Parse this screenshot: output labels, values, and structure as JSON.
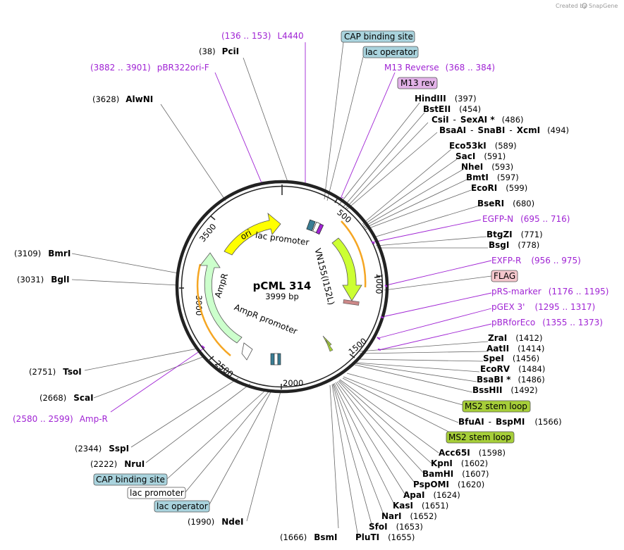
{
  "watermark": {
    "prefix": "Created by",
    "brand": "SnapGene"
  },
  "plasmid": {
    "name": "pCML 314",
    "length": "3999 bp"
  },
  "ring_ticks": [
    "500",
    "1000",
    "1500",
    "2000",
    "2500",
    "3000",
    "3500"
  ],
  "features": [
    {
      "label": "ori"
    },
    {
      "label": "lac promoter"
    },
    {
      "label": "VN155(I152L)"
    },
    {
      "label": "AmpR"
    },
    {
      "label": "AmpR promoter"
    }
  ],
  "colors": {
    "ori": "#ffff00",
    "ampr": "#ccffcc",
    "vn155": "#ccff33",
    "primer": "#a024d4",
    "cap": "#a9d3dd",
    "m13": "#e2b2e8",
    "flag": "#f4c6cc",
    "ms2": "#a6ce39",
    "lac_op": "#a9d3dd"
  },
  "labels": {
    "pcii": {
      "pos": "(38)",
      "name": "PciI"
    },
    "l4440": {
      "pos": "(136 .. 153)",
      "name": "L4440"
    },
    "pbr322ori": {
      "pos": "(3882 .. 3901)",
      "name": "pBR322ori-F"
    },
    "alwni": {
      "pos": "(3628)",
      "name": "AlwNI"
    },
    "cap1": {
      "name": "CAP binding site"
    },
    "lacop1": {
      "name": "lac operator"
    },
    "m13rev_primer": {
      "name": "M13 Reverse",
      "pos": "(368 .. 384)"
    },
    "m13rev_feat": {
      "name": "M13 rev"
    },
    "hindiii": {
      "name": "HindIII",
      "pos": "(397)"
    },
    "bsteii": {
      "name": "BstEII",
      "pos": "(454)"
    },
    "csii": {
      "name": "CsiI",
      "sep": "-",
      "name2": "SexAI *",
      "pos": "(486)"
    },
    "bsaai": {
      "name": "BsaAI",
      "sep": "-",
      "name2": "SnaBI",
      "sep2": "-",
      "name3": "XcmI",
      "pos": "(494)"
    },
    "eco53ki": {
      "name": "Eco53kI",
      "pos": "(589)"
    },
    "saci": {
      "name": "SacI",
      "pos": "(591)"
    },
    "nhei": {
      "name": "NheI",
      "pos": "(593)"
    },
    "bmti": {
      "name": "BmtI",
      "pos": "(597)"
    },
    "ecori": {
      "name": "EcoRI",
      "pos": "(599)"
    },
    "bseri": {
      "name": "BseRI",
      "pos": "(680)"
    },
    "egfpn": {
      "name": "EGFP-N",
      "pos": "(695 .. 716)"
    },
    "btgzi": {
      "name": "BtgZI",
      "pos": "(771)"
    },
    "bsgi": {
      "name": "BsgI",
      "pos": "(778)"
    },
    "exfpr": {
      "name": "EXFP-R",
      "pos": "(956 .. 975)"
    },
    "flag": {
      "name": "FLAG"
    },
    "prs": {
      "name": "pRS-marker",
      "pos": "(1176 .. 1195)"
    },
    "pgex": {
      "name": "pGEX 3'",
      "pos": "(1295 .. 1317)"
    },
    "pbrforeco": {
      "name": "pBRforEco",
      "pos": "(1355 .. 1373)"
    },
    "zrai": {
      "name": "ZraI",
      "pos": "(1412)"
    },
    "aatii": {
      "name": "AatII",
      "pos": "(1414)"
    },
    "spei": {
      "name": "SpeI",
      "pos": "(1456)"
    },
    "ecorv": {
      "name": "EcoRV",
      "pos": "(1484)"
    },
    "bsabi": {
      "name": "BsaBI *",
      "pos": "(1486)"
    },
    "bsshii": {
      "name": "BssHII",
      "pos": "(1492)"
    },
    "ms2a": {
      "name": "MS2 stem loop"
    },
    "bfuai": {
      "name": "BfuAI",
      "sep": "-",
      "name2": "BspMI",
      "pos": "(1566)"
    },
    "ms2b": {
      "name": "MS2 stem loop"
    },
    "acc65i": {
      "name": "Acc65I",
      "pos": "(1598)"
    },
    "kpni": {
      "name": "KpnI",
      "pos": "(1602)"
    },
    "bamhi": {
      "name": "BamHI",
      "pos": "(1607)"
    },
    "pspomi": {
      "name": "PspOMI",
      "pos": "(1620)"
    },
    "apai": {
      "name": "ApaI",
      "pos": "(1624)"
    },
    "kasi": {
      "name": "KasI",
      "pos": "(1651)"
    },
    "nari": {
      "name": "NarI",
      "pos": "(1652)"
    },
    "sfoi": {
      "name": "SfoI",
      "pos": "(1653)"
    },
    "pluti": {
      "name": "PluTI",
      "pos": "(1655)"
    },
    "bsmi": {
      "pos": "(1666)",
      "name": "BsmI"
    },
    "ndei": {
      "pos": "(1990)",
      "name": "NdeI"
    },
    "lacop2": {
      "name": "lac operator"
    },
    "lacprom2": {
      "name": "lac promoter"
    },
    "cap2": {
      "name": "CAP binding site"
    },
    "nrui": {
      "pos": "(2222)",
      "name": "NruI"
    },
    "sspi": {
      "pos": "(2344)",
      "name": "SspI"
    },
    "ampr_primer": {
      "pos": "(2580 .. 2599)",
      "name": "Amp-R"
    },
    "scai": {
      "pos": "(2668)",
      "name": "ScaI"
    },
    "tsoi": {
      "pos": "(2751)",
      "name": "TsoI"
    },
    "bgli": {
      "pos": "(3031)",
      "name": "BglI"
    },
    "bmri": {
      "pos": "(3109)",
      "name": "BmrI"
    }
  }
}
